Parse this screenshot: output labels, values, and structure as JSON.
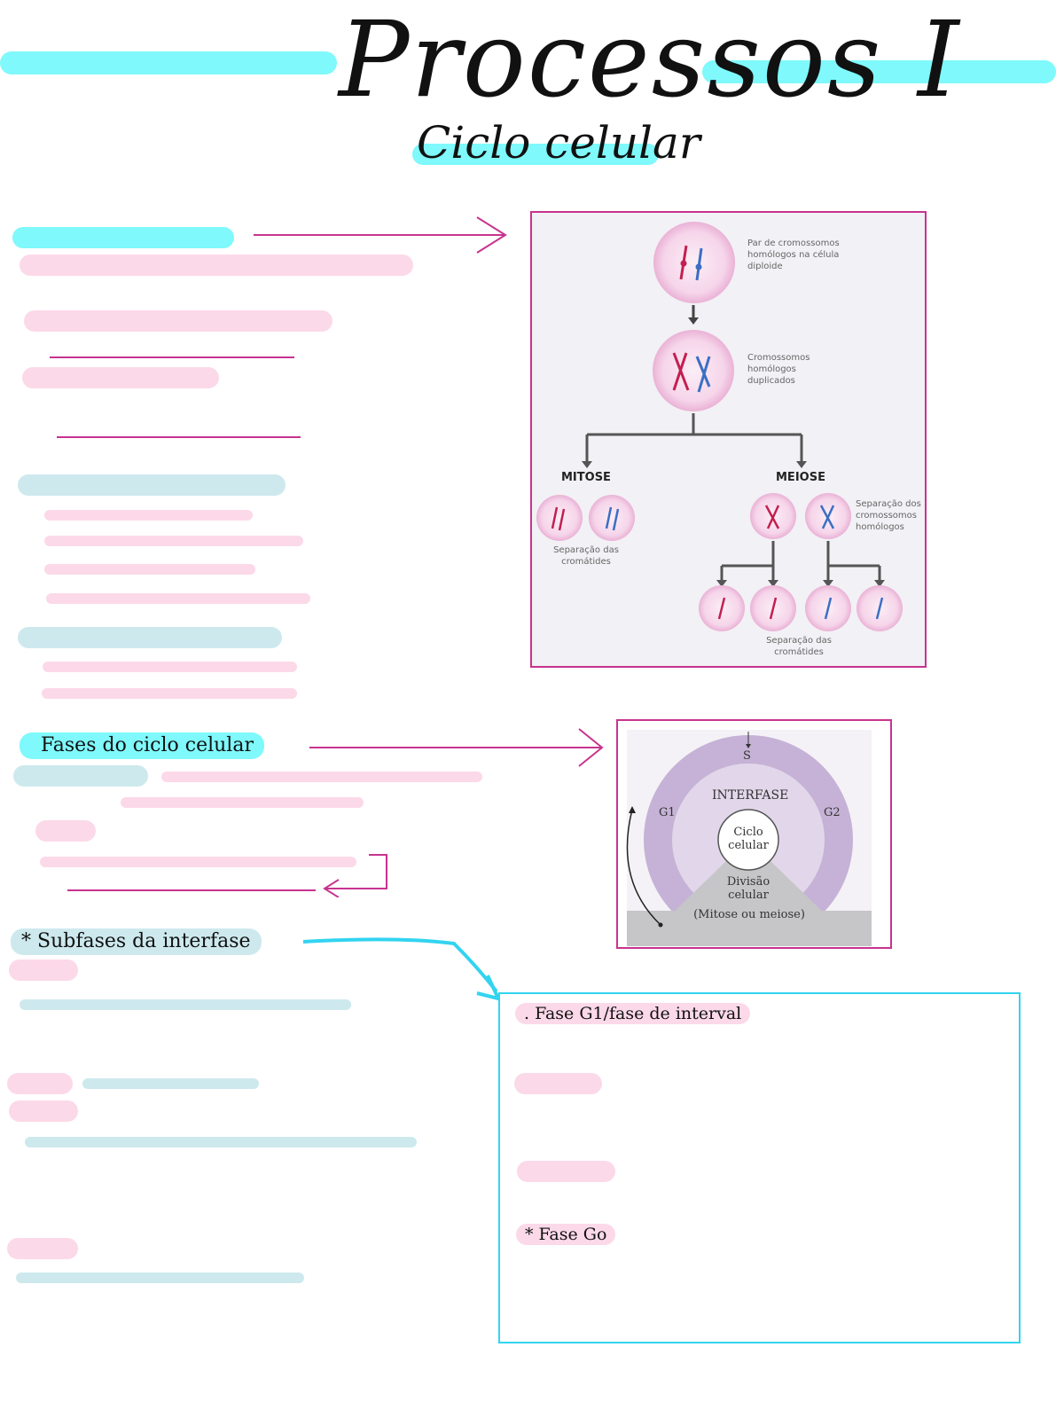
{
  "header": {
    "title": "Processos I",
    "subtitle": "Ciclo celular"
  },
  "diagram1": {
    "homologous_pair": "Par de cromossomos homólogos na célula diploide",
    "duplicated": "Cromossomos homólogos duplicados",
    "mitosis": "MITOSE",
    "meiosis": "MEIOSE",
    "chromatid_separation": "Separação das cromátides",
    "homolog_separation": "Separação dos cromossomos homólogos",
    "chromatid_separation_2": "Separação das cromátides"
  },
  "section_phases": {
    "heading": "Fases do ciclo celular"
  },
  "diagram2": {
    "s": "S",
    "interphase": "INTERFASE",
    "g1": "G1",
    "g2": "G2",
    "cycle": "Ciclo celular",
    "division": "Divisão celular",
    "division_note": "(Mitose ou meiose)"
  },
  "section_subphases": {
    "heading": "* Subfases da interfase"
  },
  "box": {
    "g1_heading": ". Fase G1/fase de interval",
    "g0_heading": "* Fase Go"
  },
  "colors": {
    "accent_cyan": "#7ff9fb",
    "accent_pink": "#fcd9e8",
    "accent_blue": "#cde9ee",
    "arrow_magenta": "#c7338f",
    "arrow_cyan": "#32d4f0"
  }
}
